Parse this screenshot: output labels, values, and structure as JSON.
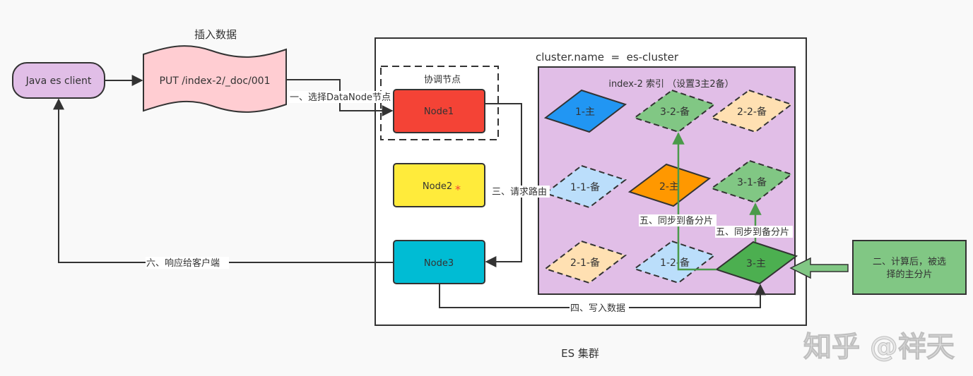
{
  "title": "插入数据",
  "client": {
    "label": "Java es client",
    "color": "#e1bee7"
  },
  "request": {
    "label": "PUT /index-2/_doc/001",
    "color": "#ffcdd2"
  },
  "cluster": {
    "caption": "ES 集群",
    "name_label": "cluster.name  =  es-cluster",
    "coordinator_label": "协调节点",
    "nodes": [
      {
        "label": "Node1",
        "color": "#f44336"
      },
      {
        "label": "Node2",
        "color": "#ffeb3b",
        "marker": "*"
      },
      {
        "label": "Node3",
        "color": "#00bcd4"
      }
    ],
    "index": {
      "title": "index-2 索引 （设置3主2备）",
      "color": "#e1bee7",
      "shards": [
        {
          "label": "1-主",
          "type": "primary",
          "color": "#2196f3"
        },
        {
          "label": "3-2-备",
          "type": "replica",
          "color": "#81c784"
        },
        {
          "label": "2-2-备",
          "type": "replica",
          "color": "#ffe0b2"
        },
        {
          "label": "1-1-备",
          "type": "replica",
          "color": "#bbdefb"
        },
        {
          "label": "2-主",
          "type": "primary",
          "color": "#ff9800"
        },
        {
          "label": "3-1-备",
          "type": "replica",
          "color": "#81c784"
        },
        {
          "label": "2-1-备",
          "type": "replica",
          "color": "#ffe0b2"
        },
        {
          "label": "1-2-备",
          "type": "replica",
          "color": "#bbdefb"
        },
        {
          "label": "3-主",
          "type": "primary",
          "color": "#4caf50"
        }
      ]
    }
  },
  "steps": {
    "step1": "一、选择DataNode节点",
    "step2": "二、计算后，被选择的主分片",
    "step2_line1": "二、计算后，被选",
    "step2_line2": "择的主分片",
    "step3": "三、请求路由",
    "step4": "四、写入数据",
    "step5a": "五、同步到备分片",
    "step5b": "五、同步到备分片",
    "step6": "六、响应给客户端"
  },
  "note_color": "#81c784",
  "sync_arrow_color": "#4a9a4a",
  "watermark": "知乎 @祥天"
}
